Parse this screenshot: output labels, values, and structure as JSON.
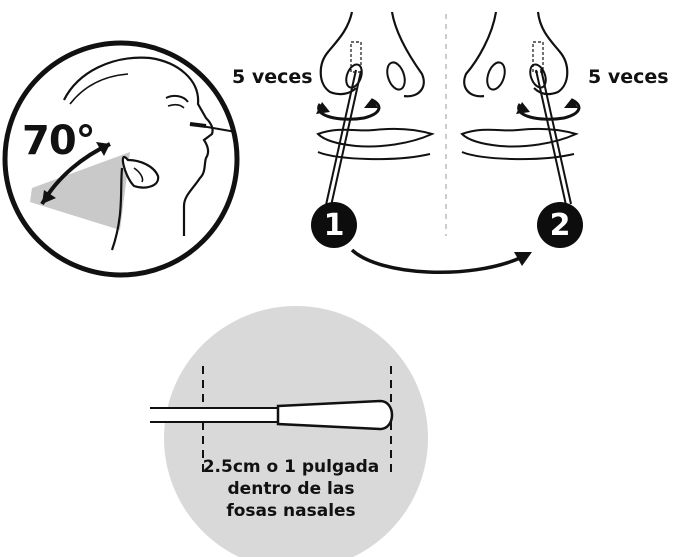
{
  "labels": {
    "times_left": "5 veces",
    "times_right": "5 veces",
    "angle": "70°",
    "step_1": "1",
    "step_2": "2",
    "caption_lines": [
      "2.5cm o 1 pulgada",
      "dentro de las",
      "fosas nasales"
    ]
  },
  "colors": {
    "ink": "#111111",
    "angle_wedge": "#c9c9c9",
    "depth_circle": "#d9d9d9",
    "divider": "#bbbbbb"
  },
  "icons": {
    "profile": "head-profile-icon",
    "nose_left": "nose-swab-left-icon",
    "nose_right": "nose-swab-right-icon",
    "swab": "swab-icon"
  }
}
